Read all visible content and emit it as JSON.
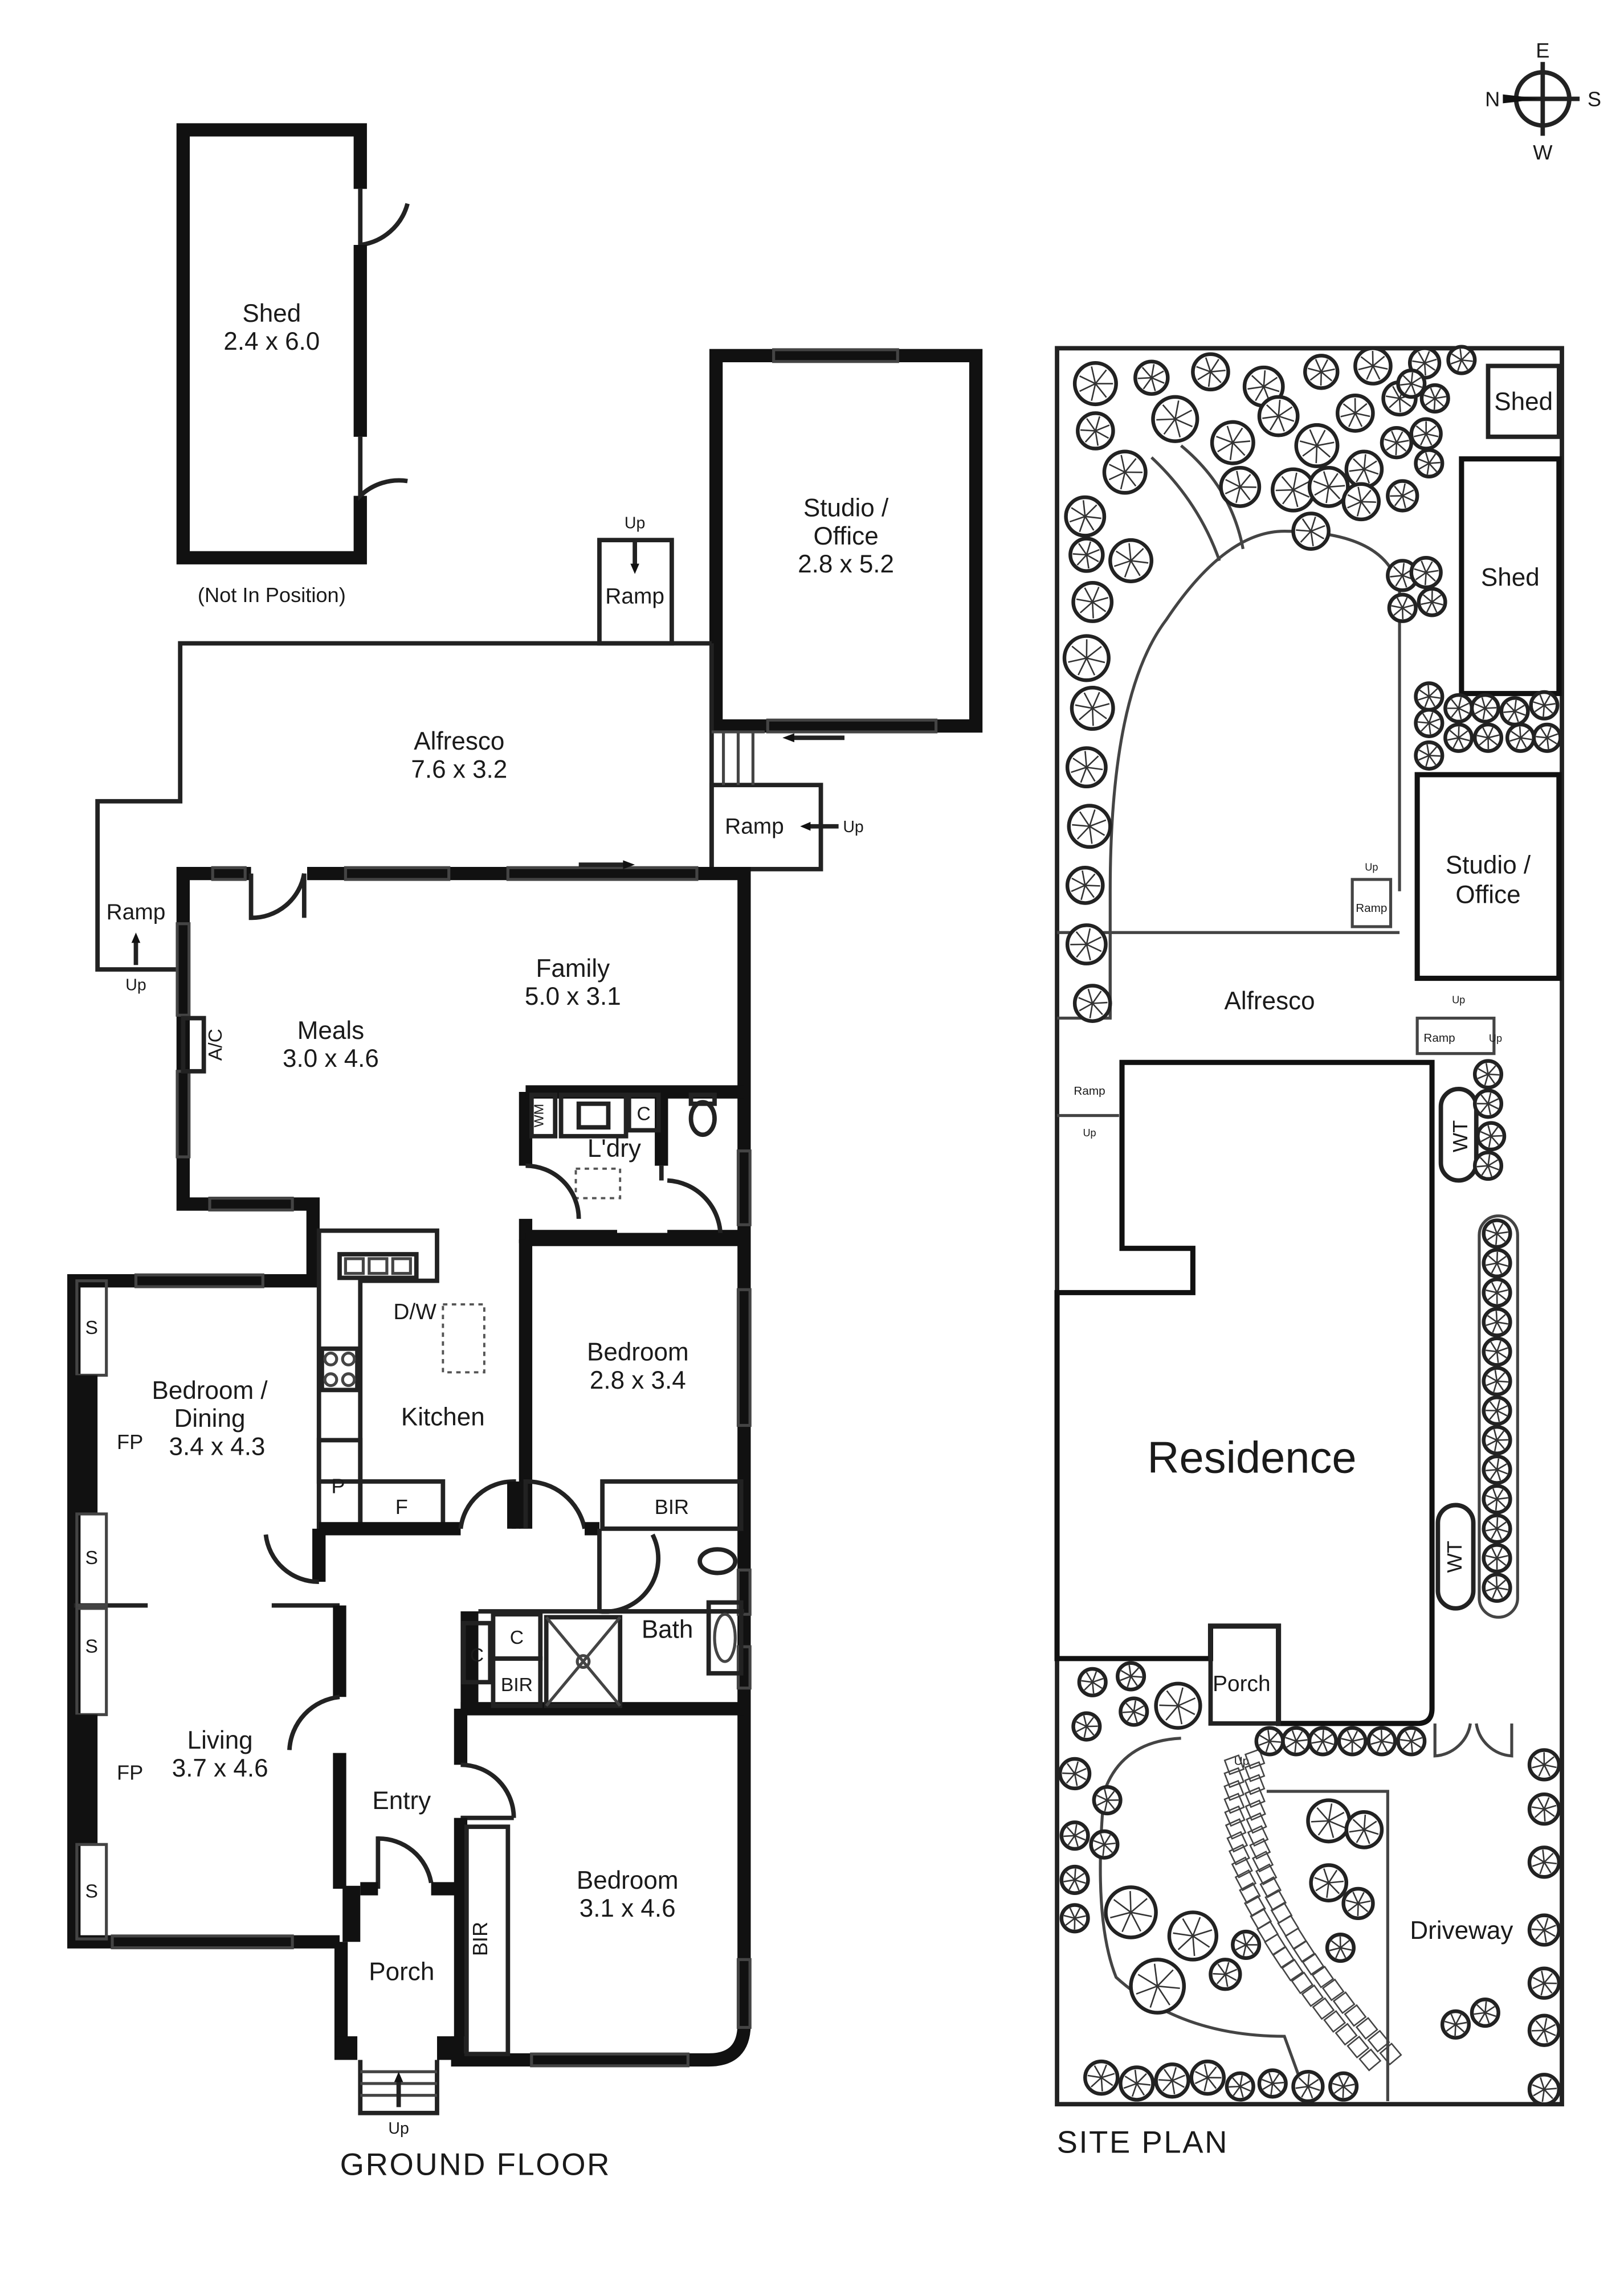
{
  "ground_floor": {
    "title": "GROUND FLOOR",
    "rooms": {
      "shed": {
        "name": "Shed",
        "dims": "2.4 x 6.0"
      },
      "shed_note": "(Not In Position)",
      "studio": {
        "name_1": "Studio /",
        "name_2": "Office",
        "dims": "2.8 x 5.2"
      },
      "alfresco": {
        "name": "Alfresco",
        "dims": "7.6 x 3.2"
      },
      "family": {
        "name": "Family",
        "dims": "5.0 x 3.1"
      },
      "meals": {
        "name": "Meals",
        "dims": "3.0 x 4.6"
      },
      "laundry": {
        "name": "L'dry"
      },
      "kitchen": {
        "name": "Kitchen"
      },
      "bedroom_dining": {
        "name_1": "Bedroom /",
        "name_2": "Dining",
        "dims": "3.4 x 4.3"
      },
      "bedroom_2": {
        "name": "Bedroom",
        "dims": "2.8 x 3.4"
      },
      "living": {
        "name": "Living",
        "dims": "3.7 x 4.6"
      },
      "entry": {
        "name": "Entry"
      },
      "bath": {
        "name": "Bath"
      },
      "bedroom_1": {
        "name": "Bedroom",
        "dims": "3.1 x 4.6"
      },
      "porch": {
        "name": "Porch"
      }
    },
    "labels": {
      "ramp": "Ramp",
      "up": "Up",
      "ac": "A/C",
      "wm": "WM",
      "cupboard": "C",
      "dishwasher": "D/W",
      "pantry": "P",
      "fridge": "F",
      "bir": "BIR",
      "storage": "S",
      "fireplace": "FP"
    }
  },
  "site_plan": {
    "title": "SITE PLAN",
    "labels": {
      "shed": "Shed",
      "studio_1": "Studio /",
      "studio_2": "Office",
      "alfresco": "Alfresco",
      "residence": "Residence",
      "porch": "Porch",
      "driveway": "Driveway",
      "water_tank": "WT",
      "ramp": "Ramp",
      "up": "Up"
    }
  },
  "compass": {
    "n": "N",
    "e": "E",
    "s": "S",
    "w": "W"
  }
}
